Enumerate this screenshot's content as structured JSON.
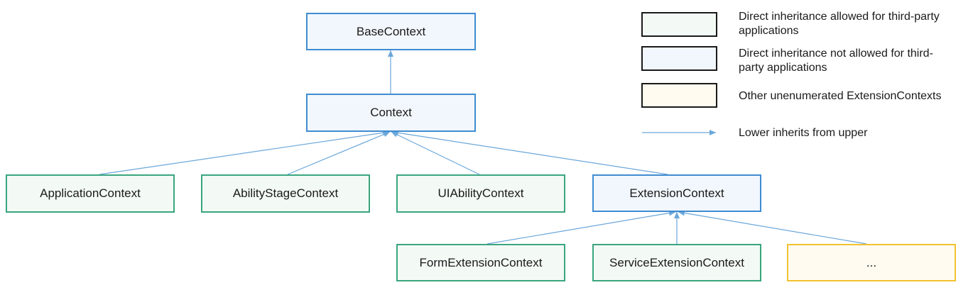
{
  "colors": {
    "edge": "#6aa7da",
    "green_border": "#3aa57e",
    "blue_border": "#3f8cd1",
    "yellow_border": "#f2c230"
  },
  "nodes": {
    "base_context": "BaseContext",
    "context": "Context",
    "application_context": "ApplicationContext",
    "ability_stage_context": "AbilityStageContext",
    "ui_ability_context": "UIAbilityContext",
    "extension_context": "ExtensionContext",
    "form_extension_context": "FormExtensionContext",
    "service_extension_context": "ServiceExtensionContext",
    "other_extension_context": "..."
  },
  "legend": {
    "allowed": "Direct inheritance allowed for third-party applications",
    "not_allowed": "Direct inheritance not allowed for third-party applications",
    "other": "Other unenumerated ExtensionContexts",
    "arrow": "Lower inherits from upper"
  }
}
